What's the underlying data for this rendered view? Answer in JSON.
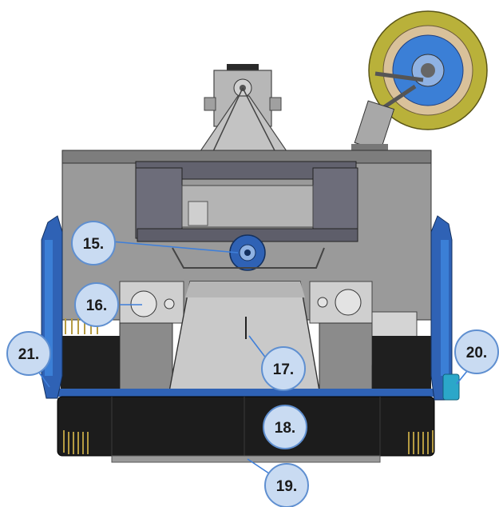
{
  "figure": {
    "background": "#ffffff",
    "colors": {
      "callout_fill": "#c9dbf2",
      "callout_stroke": "#5f8fd0",
      "leader_line": "#3f7fd9",
      "frame_blue": "#2f62b5",
      "frame_blue_light": "#3b7fd6",
      "housing_gray": "#9a9a9a",
      "panel_gray": "#b9b9b9",
      "roller_black": "#1c1c1c",
      "disc_olive": "#b9b13a",
      "cyan_fitting": "#2ba7c9"
    },
    "callouts": [
      {
        "id": "15",
        "label": "15."
      },
      {
        "id": "16",
        "label": "16."
      },
      {
        "id": "17",
        "label": "17."
      },
      {
        "id": "18",
        "label": "18."
      },
      {
        "id": "19",
        "label": "19."
      },
      {
        "id": "20",
        "label": "20."
      },
      {
        "id": "21",
        "label": "21."
      }
    ]
  }
}
